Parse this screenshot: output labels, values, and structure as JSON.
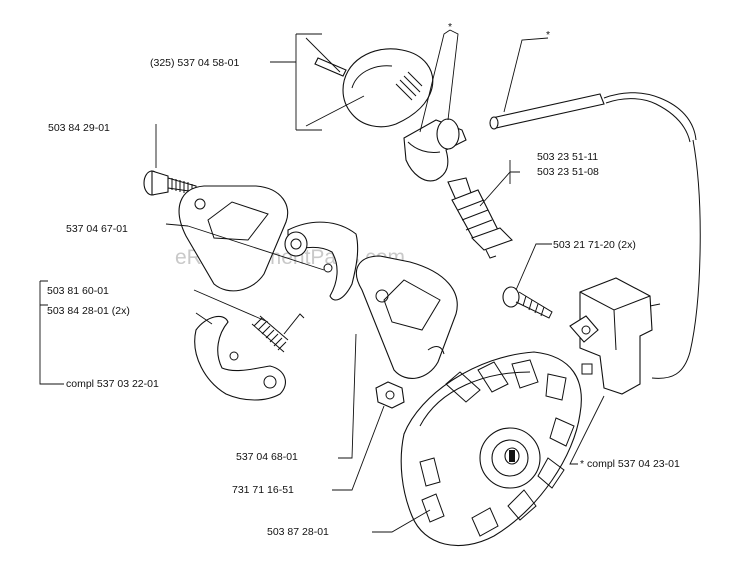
{
  "watermark": "eReplacementParts.com",
  "labels": {
    "cap_cover": "(325) 537 04 58-01",
    "star_plug_boot": "*",
    "star_hose": "*",
    "spark_plug_1": "503 23 51-11",
    "spark_plug_2": "503 23 51-08",
    "stud_screw": "503 84 29-01",
    "plate_left": "537 04 67-01",
    "screw_module": "503 21 71-20 (2x)",
    "spring": "503 81 60-01",
    "pawl": "503 84 28-01 (2x)",
    "clutch_kit": "compl 537 03 22-01",
    "plate_right": "537 04 68-01",
    "ignition_module": "* compl 537 04 23-01",
    "nut": "731 71 16-51",
    "flywheel": "503 87 28-01"
  }
}
